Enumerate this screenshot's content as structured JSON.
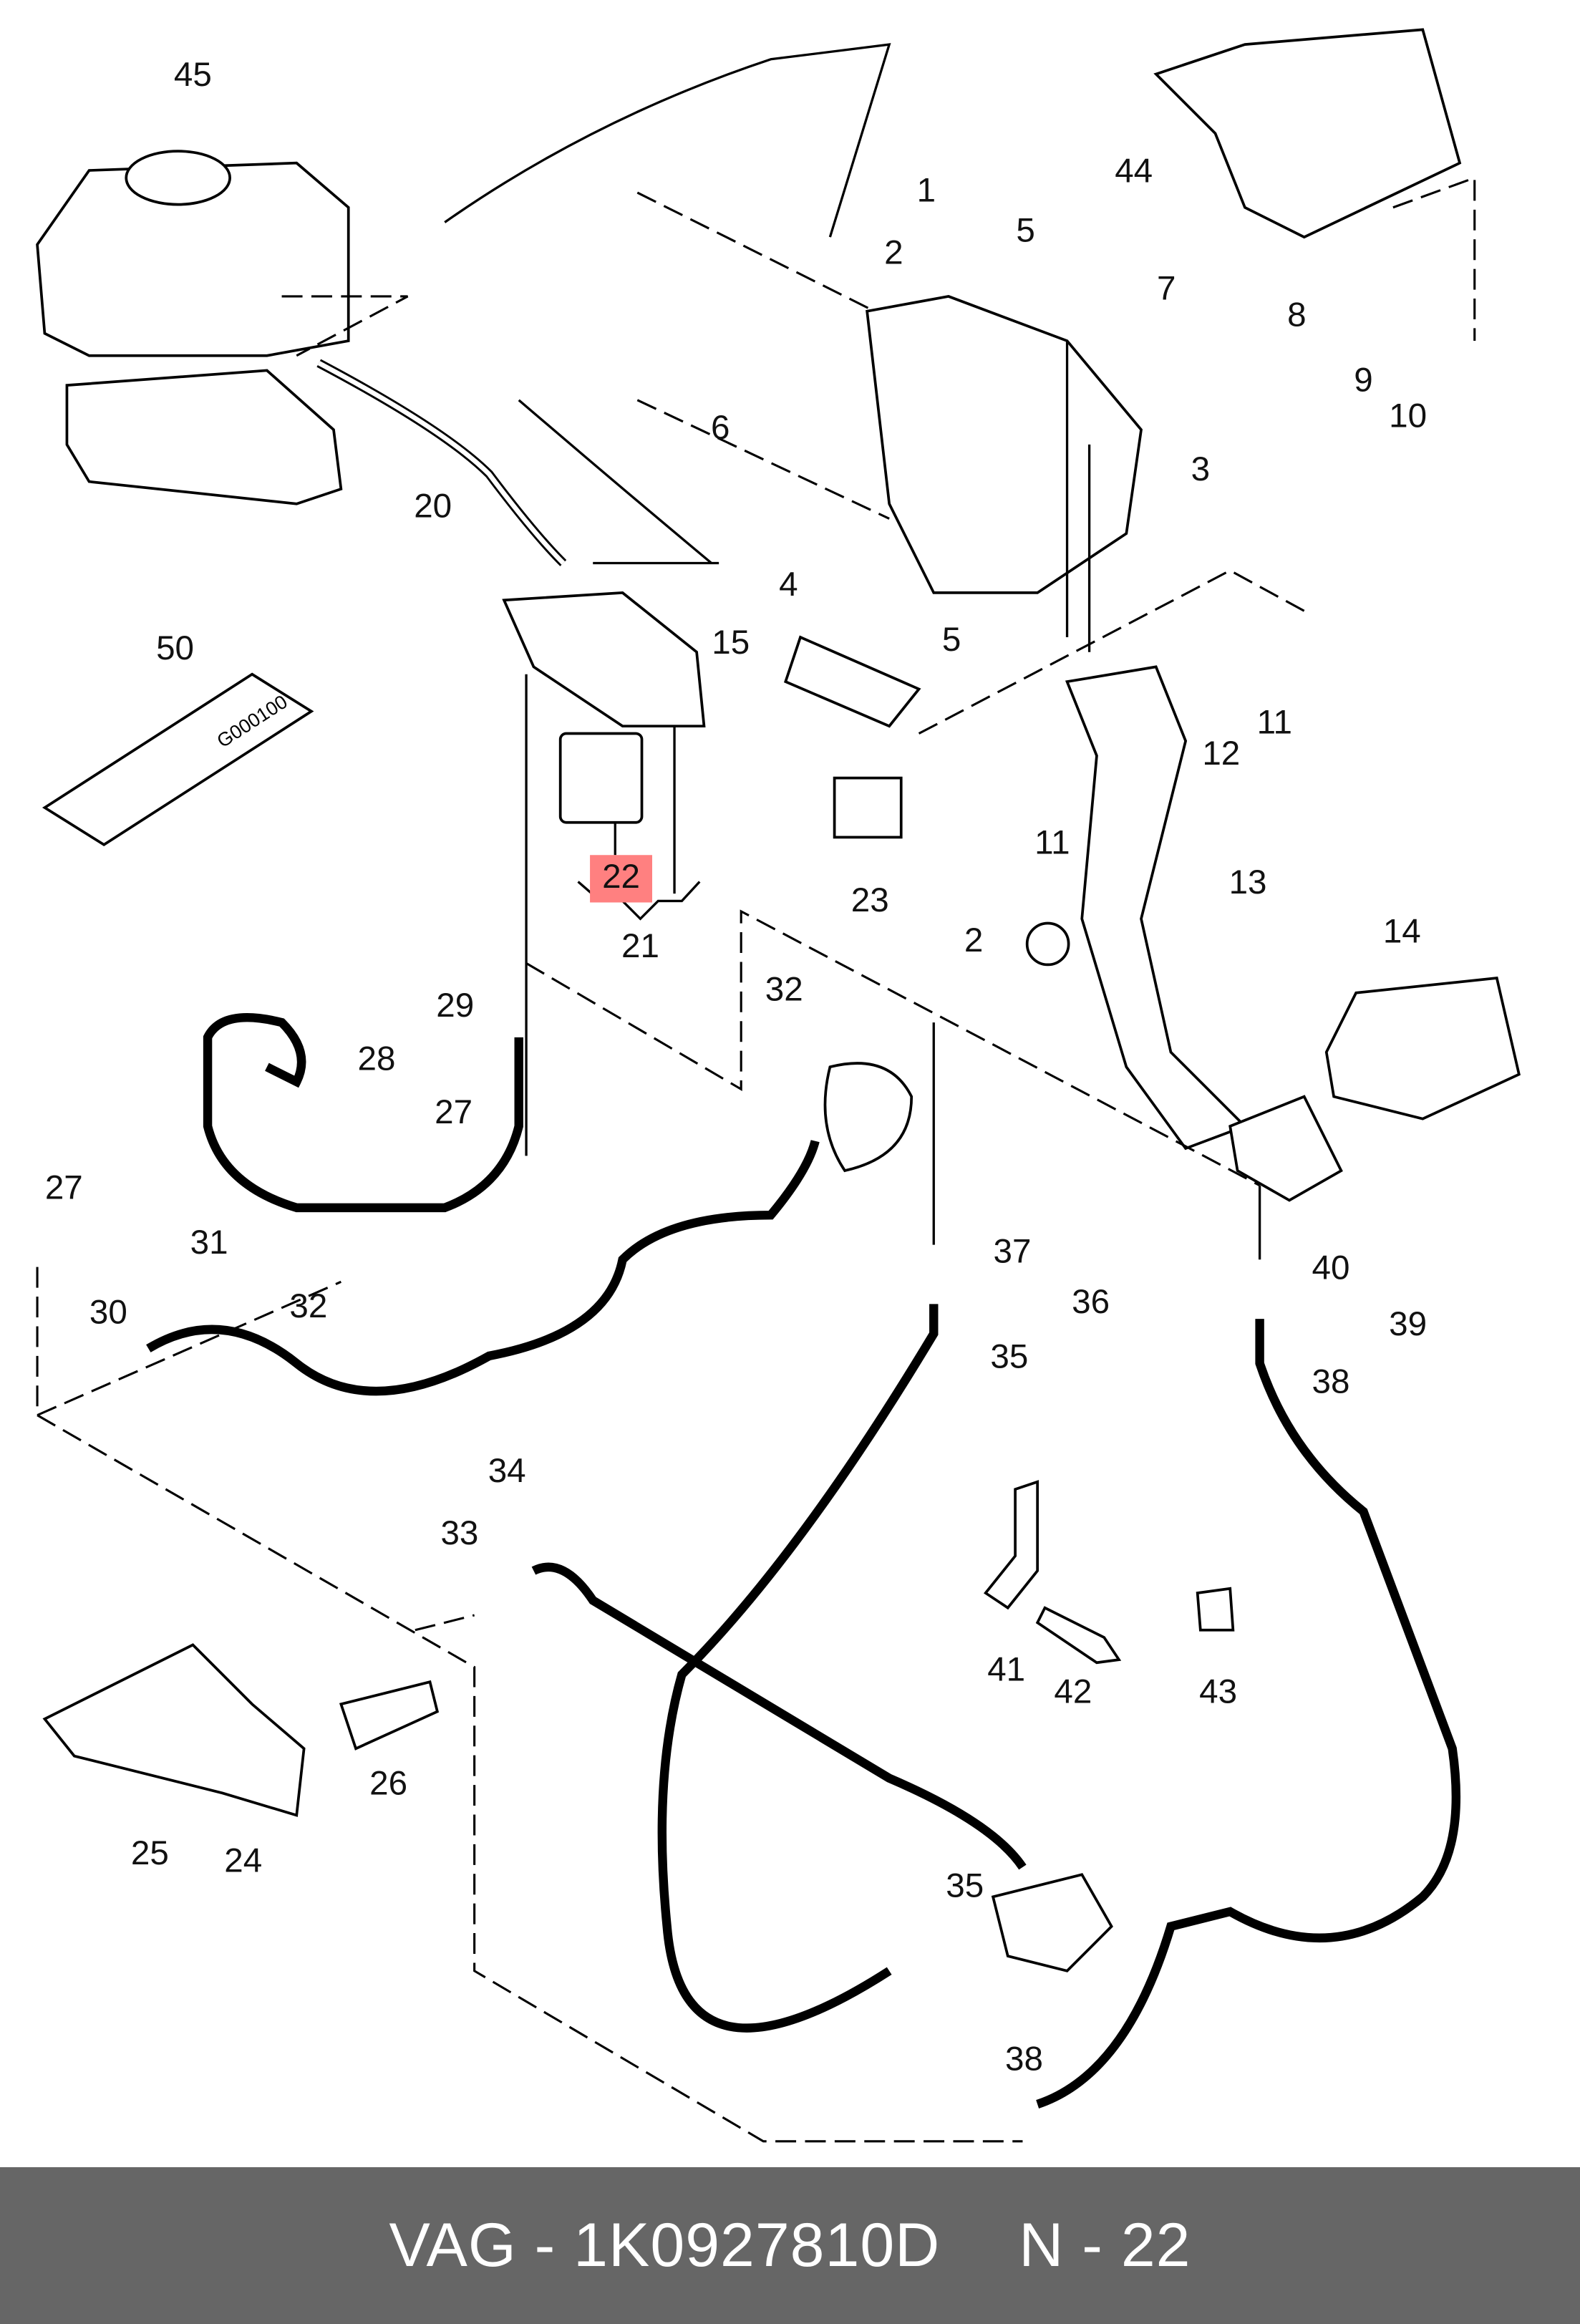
{
  "diagram": {
    "highlighted_label": "22",
    "highlight_color": "#ff8080",
    "labels": [
      "45",
      "1",
      "2",
      "5",
      "44",
      "7",
      "8",
      "9",
      "10",
      "3",
      "6",
      "20",
      "4",
      "5",
      "15",
      "11",
      "12",
      "50",
      "11",
      "13",
      "22",
      "23",
      "21",
      "2",
      "14",
      "29",
      "32",
      "28",
      "27",
      "27",
      "31",
      "37",
      "40",
      "36",
      "30",
      "32",
      "39",
      "35",
      "38",
      "34",
      "33",
      "41",
      "42",
      "43",
      "26",
      "25",
      "24",
      "35",
      "38"
    ],
    "tube_marking": "G000100"
  },
  "footer": {
    "part_number": "VAG - 1K0927810D",
    "position": "N - 22",
    "background": "#666666"
  }
}
